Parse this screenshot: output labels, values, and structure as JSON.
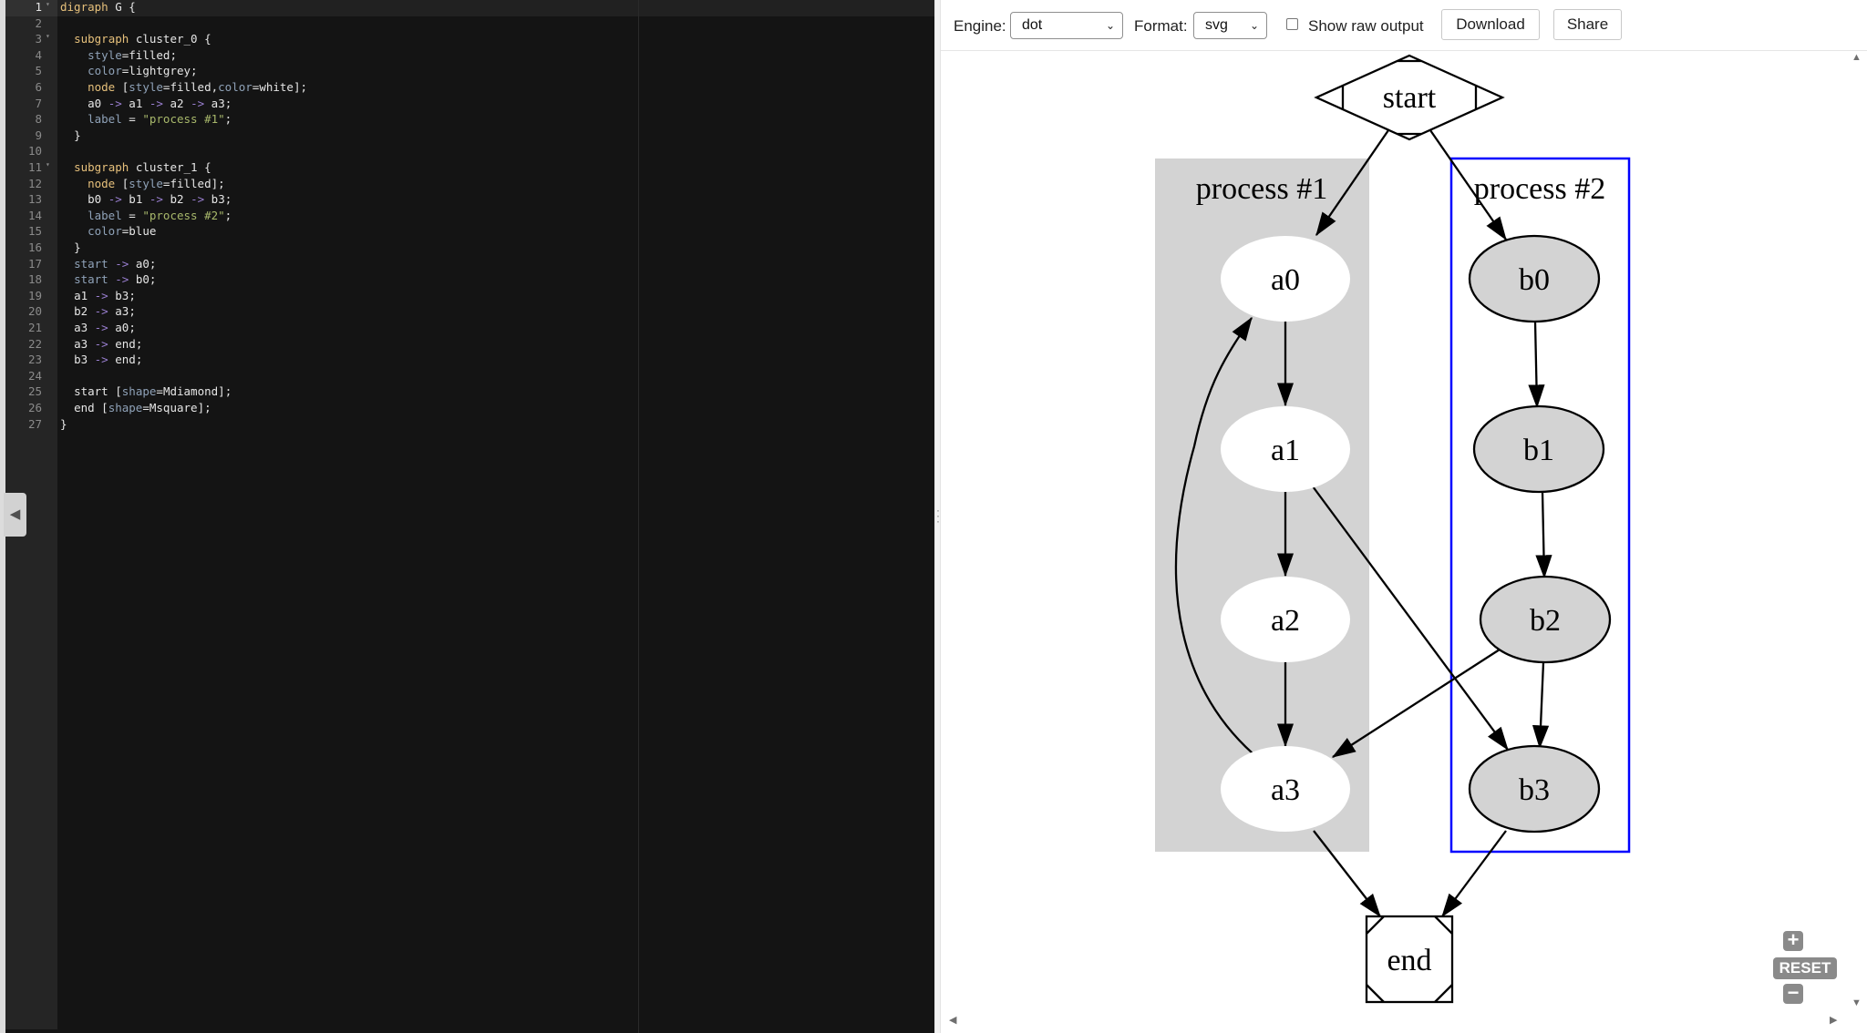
{
  "editor": {
    "lines": [
      "digraph G {",
      "",
      "  subgraph cluster_0 {",
      "    style=filled;",
      "    color=lightgrey;",
      "    node [style=filled,color=white];",
      "    a0 -> a1 -> a2 -> a3;",
      "    label = \"process #1\";",
      "  }",
      "",
      "  subgraph cluster_1 {",
      "    node [style=filled];",
      "    b0 -> b1 -> b2 -> b3;",
      "    label = \"process #2\";",
      "    color=blue",
      "  }",
      "  start -> a0;",
      "  start -> b0;",
      "  a1 -> b3;",
      "  b2 -> a3;",
      "  a3 -> a0;",
      "  a3 -> end;",
      "  b3 -> end;",
      "",
      "  start [shape=Mdiamond];",
      "  end [shape=Msquare];",
      "}"
    ],
    "foldable_lines": [
      1,
      3,
      11
    ],
    "active_line": 1,
    "collapse_icon": "triangle-left-icon"
  },
  "toolbar": {
    "engine_label": "Engine:",
    "engine_value": "dot",
    "format_label": "Format:",
    "format_value": "svg",
    "raw_output_label": "Show raw output",
    "raw_output_checked": false,
    "download_label": "Download",
    "share_label": "Share"
  },
  "graph": {
    "nodes": {
      "start": "start",
      "a0": "a0",
      "a1": "a1",
      "a2": "a2",
      "a3": "a3",
      "b0": "b0",
      "b1": "b1",
      "b2": "b2",
      "b3": "b3",
      "end": "end"
    },
    "clusters": {
      "cluster_0": {
        "label": "process #1",
        "fill": "#d3d3d3"
      },
      "cluster_1": {
        "label": "process #2",
        "stroke": "#0000ff"
      }
    },
    "b_node_fill": "#d3d3d3"
  },
  "zoom": {
    "in_icon": "plus-icon",
    "reset_label": "RESET",
    "out_icon": "minus-icon"
  }
}
